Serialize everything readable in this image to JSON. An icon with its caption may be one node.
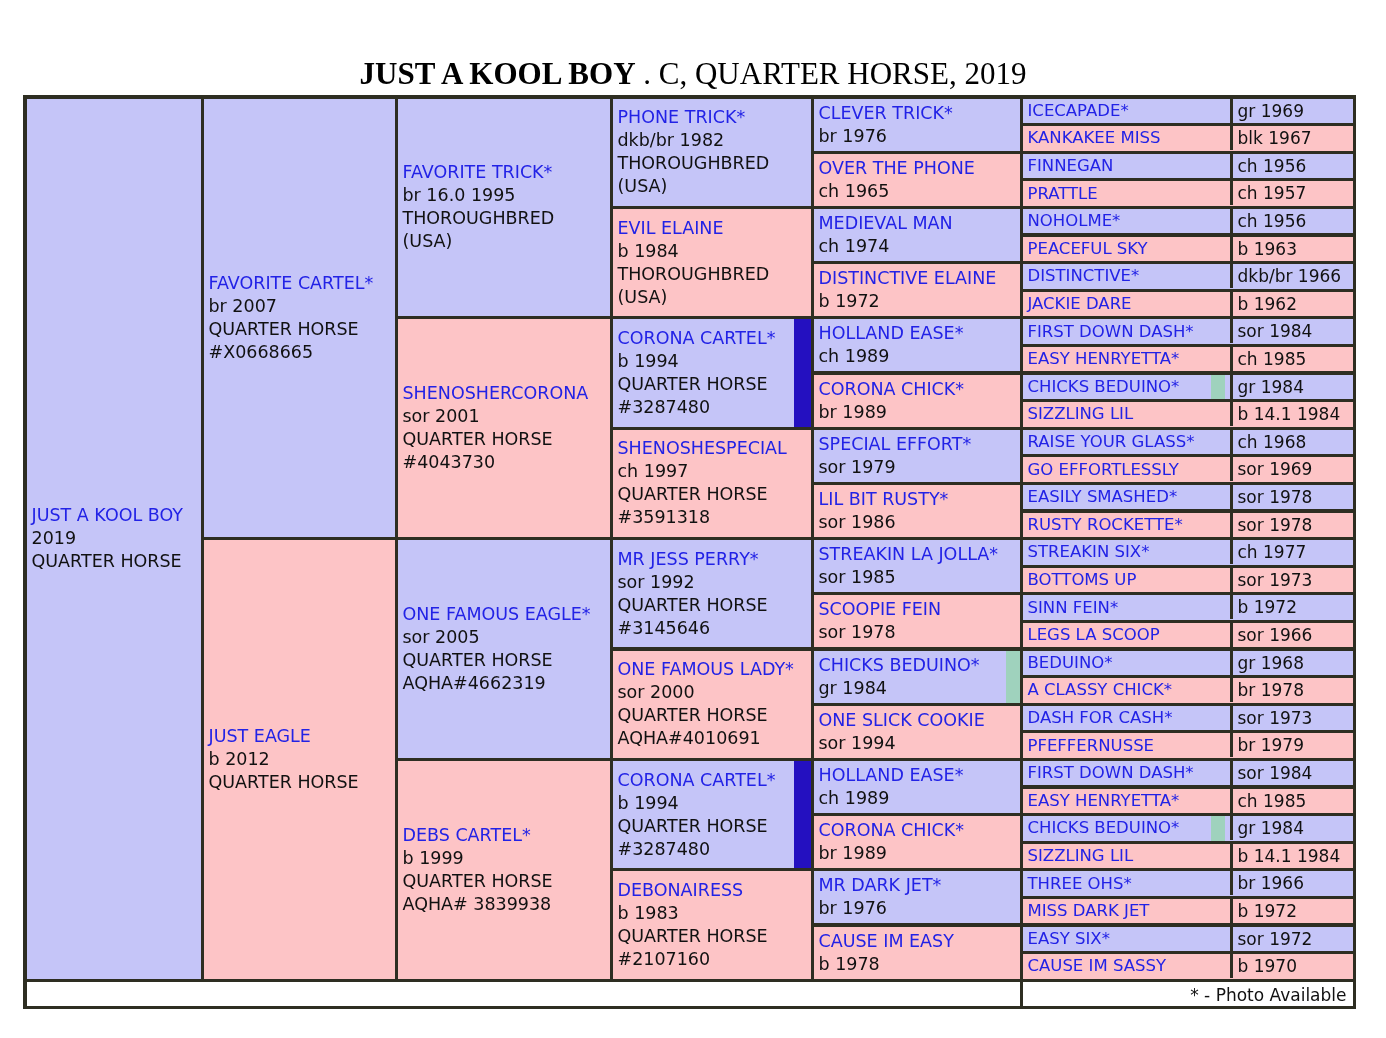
{
  "diagram": {
    "title": "**JUST A KOOL BOY** . C, QUARTER HORSE, 2019",
    "nodes": [
      {
        "text": [
          "JUST A KOOL BOY",
          "2019",
          "QUARTER HORSE"
        ]
      },
      {
        "text": [
          "FAVORITE CARTEL*",
          "br 2007",
          "QUARTER HORSE",
          "#X0668665"
        ]
      },
      {
        "text": [
          "FAVORITE TRICK*",
          "br 16.0 1995",
          "THOROUGHBRED",
          "(USA)"
        ]
      },
      {
        "text": [
          "PHONE TRICK*",
          "dkb/br 1982",
          "THOROUGHBRED",
          "(USA)"
        ]
      },
      {
        "text": [
          "CLEVER TRICK*",
          "br 1976"
        ]
      },
      {
        "text": [
          "ICECAPADE*",
          "gr 1969"
        ]
      },
      {
        "text": [
          "KANKAKEE MISS",
          "blk 1967"
        ]
      },
      {
        "text": [
          "OVER THE PHONE",
          "ch 1965"
        ]
      },
      {
        "text": [
          "FINNEGAN",
          "ch 1956"
        ]
      },
      {
        "text": [
          "PRATTLE",
          "ch 1957"
        ]
      },
      {
        "text": [
          "EVIL ELAINE",
          "b 1984",
          "THOROUGHBRED",
          "(USA)"
        ]
      },
      {
        "text": [
          "MEDIEVAL MAN",
          "ch 1974"
        ]
      },
      {
        "text": [
          "NOHOLME*",
          "ch 1956"
        ]
      },
      {
        "text": [
          "PEACEFUL SKY",
          "b 1963"
        ]
      },
      {
        "text": [
          "DISTINCTIVE ELAINE",
          "b 1972"
        ]
      },
      {
        "text": [
          "DISTINCTIVE*",
          "dkb/br 1966"
        ]
      },
      {
        "text": [
          "JACKIE DARE",
          "b 1962"
        ]
      },
      {
        "text": [
          "SHENOSHERCORONA",
          "sor 2001",
          "QUARTER HORSE",
          "#4043730"
        ]
      },
      {
        "text": [
          "CORONA CARTEL*",
          "b 1994",
          "QUARTER HORSE",
          "#3287480"
        ]
      },
      {
        "text": [
          "HOLLAND EASE*",
          "ch 1989"
        ]
      },
      {
        "text": [
          "FIRST DOWN DASH*",
          "sor 1984"
        ]
      },
      {
        "text": [
          "EASY HENRYETTA*",
          "ch 1985"
        ]
      },
      {
        "text": [
          "CORONA CHICK*",
          "br 1989"
        ]
      },
      {
        "text": [
          "CHICKS BEDUINO*",
          "gr 1984"
        ]
      },
      {
        "text": [
          "SIZZLING LIL",
          "b 14.1 1984"
        ]
      },
      {
        "text": [
          "SHENOSHESPECIAL",
          "ch 1997",
          "QUARTER HORSE",
          "#3591318"
        ]
      },
      {
        "text": [
          "SPECIAL EFFORT*",
          "sor 1979"
        ]
      },
      {
        "text": [
          "RAISE YOUR GLASS*",
          "ch 1968"
        ]
      },
      {
        "text": [
          "GO EFFORTLESSLY",
          "sor 1969"
        ]
      },
      {
        "text": [
          "LIL BIT RUSTY*",
          "sor 1986"
        ]
      },
      {
        "text": [
          "EASILY SMASHED*",
          "sor 1978"
        ]
      },
      {
        "text": [
          "RUSTY ROCKETTE*",
          "sor 1978"
        ]
      },
      {
        "text": [
          "JUST EAGLE",
          "b 2012",
          "QUARTER HORSE"
        ]
      },
      {
        "text": [
          "ONE FAMOUS EAGLE*",
          "sor 2005",
          "QUARTER HORSE",
          "AQHA#4662319"
        ]
      },
      {
        "text": [
          "MR JESS PERRY*",
          "sor 1992",
          "QUARTER HORSE",
          "#3145646"
        ]
      },
      {
        "text": [
          "STREAKIN LA JOLLA*",
          "sor 1985"
        ]
      },
      {
        "text": [
          "STREAKIN SIX*",
          "ch 1977"
        ]
      },
      {
        "text": [
          "BOTTOMS UP",
          "sor 1973"
        ]
      },
      {
        "text": [
          "SCOOPIE FEIN",
          "sor 1978"
        ]
      },
      {
        "text": [
          "SINN FEIN*",
          "b 1972"
        ]
      },
      {
        "text": [
          "LEGS LA SCOOP",
          "sor 1966"
        ]
      },
      {
        "text": [
          "ONE FAMOUS LADY*",
          "sor 2000",
          "QUARTER HORSE",
          "AQHA#4010691"
        ]
      },
      {
        "text": [
          "CHICKS BEDUINO*",
          "gr 1984"
        ]
      },
      {
        "text": [
          "BEDUINO*",
          "gr 1968"
        ]
      },
      {
        "text": [
          "A CLASSY CHICK*",
          "br 1978"
        ]
      },
      {
        "text": [
          "ONE SLICK COOKIE",
          "sor 1994"
        ]
      },
      {
        "text": [
          "DASH FOR CASH*",
          "sor 1973"
        ]
      },
      {
        "text": [
          "PFEFFERNUSSE",
          "br 1979"
        ]
      },
      {
        "text": [
          "DEBS CARTEL*",
          "b 1999",
          "QUARTER HORSE",
          "AQHA# 3839938"
        ]
      },
      {
        "text": [
          "CORONA CARTEL*",
          "b 1994",
          "QUARTER HORSE",
          "#3287480"
        ]
      },
      {
        "text": [
          "HOLLAND EASE*",
          "ch 1989"
        ]
      },
      {
        "text": [
          "FIRST DOWN DASH*",
          "sor 1984"
        ]
      },
      {
        "text": [
          "EASY HENRYETTA*",
          "ch 1985"
        ]
      },
      {
        "text": [
          "CORONA CHICK*",
          "br 1989"
        ]
      },
      {
        "text": [
          "CHICKS BEDUINO*",
          "gr 1984"
        ]
      },
      {
        "text": [
          "SIZZLING LIL",
          "b 14.1 1984"
        ]
      },
      {
        "text": [
          "DEBONAIRESS",
          "b 1983",
          "QUARTER HORSE",
          "#2107160"
        ]
      },
      {
        "text": [
          "MR DARK JET*",
          "br 1976"
        ]
      },
      {
        "text": [
          "THREE OHS*",
          "br 1966"
        ]
      },
      {
        "text": [
          "MISS DARK JET",
          "b 1972"
        ]
      },
      {
        "text": [
          "CAUSE IM EASY",
          "b 1978"
        ]
      },
      {
        "text": [
          "EASY SIX*",
          "sor 1972"
        ]
      },
      {
        "text": [
          "CAUSE IM SASSY",
          "b 1970"
        ]
      }
    ],
    "labels": [
      "* - Photo Available"
    ]
  }
}
